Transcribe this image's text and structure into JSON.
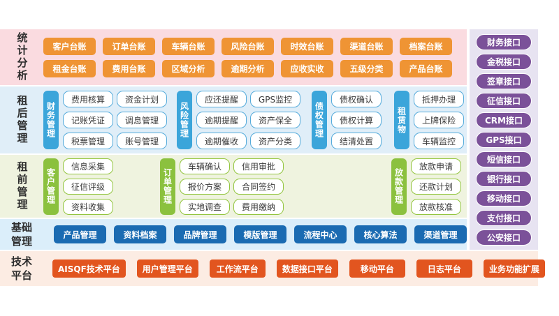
{
  "layers": {
    "stats": {
      "label": "统计分析",
      "buttons": [
        "客户台账",
        "订单台账",
        "车辆台账",
        "风险台账",
        "时效台账",
        "渠道台账",
        "档案台账",
        "租金台账",
        "费用台账",
        "区域分析",
        "逾期分析",
        "应收实收",
        "五级分类",
        "产品台账"
      ]
    },
    "post_rental": {
      "label": "租后管理",
      "groups": [
        {
          "name": "财务管理",
          "items": [
            "费用核算",
            "资金计划",
            "记账凭证",
            "调息管理",
            "税票管理",
            "账号管理"
          ]
        },
        {
          "name": "风险管理",
          "items": [
            "应还提醒",
            "GPS监控",
            "逾期提醒",
            "资产保全",
            "逾期催收",
            "资产分类"
          ]
        },
        {
          "name": "债权管理",
          "items": [
            "债权确认",
            "债权计算",
            "结清处置"
          ]
        },
        {
          "name": "租赁物",
          "items": [
            "抵押办理",
            "上牌保险",
            "车辆监控"
          ]
        }
      ]
    },
    "pre_rental": {
      "label": "租前管理",
      "groups": [
        {
          "name": "客户管理",
          "items": [
            "信息采集",
            "征信评级",
            "资料收集"
          ]
        },
        {
          "name": "订单管理",
          "items": [
            "车辆确认",
            "信用审批",
            "报价方案",
            "合同签约",
            "实地调查",
            "费用缴纳"
          ]
        },
        {
          "name": "放款管理",
          "items": [
            "放款申请",
            "还款计划",
            "放款核准"
          ]
        }
      ]
    },
    "basic": {
      "label": "基础管理",
      "buttons": [
        "产品管理",
        "资料档案",
        "品牌管理",
        "模版管理",
        "流程中心",
        "核心算法",
        "渠道管理"
      ]
    },
    "tech": {
      "label": "技术平台",
      "buttons": [
        "AISQF技术平台",
        "用户管理平台",
        "工作流平台",
        "数据接口平台",
        "移动平台",
        "日志平台"
      ],
      "extra_button": "业务功能扩展"
    },
    "interfaces": {
      "buttons": [
        "财务接口",
        "金税接口",
        "签章接口",
        "征信接口",
        "CRM接口",
        "GPS接口",
        "短信接口",
        "银行接口",
        "移动接口",
        "支付接口",
        "公安接口"
      ]
    }
  },
  "colors": {
    "stats_bg": "#fadbe0",
    "stats_button": "#ef9434",
    "post_bg": "#e0eef8",
    "post_label": "#3ba5da",
    "post_border": "#55abdb",
    "pre_bg": "#eff3df",
    "pre_label": "#8bc13e",
    "pre_border": "#93c53f",
    "basic_bg": "#dbeefa",
    "basic_button": "#1a6bb2",
    "tech_bg": "#fcece3",
    "tech_button": "#e2551f",
    "panel_bg": "#e7e3f1",
    "panel_button": "#7b5199",
    "label_text": "#2d2d2d"
  }
}
